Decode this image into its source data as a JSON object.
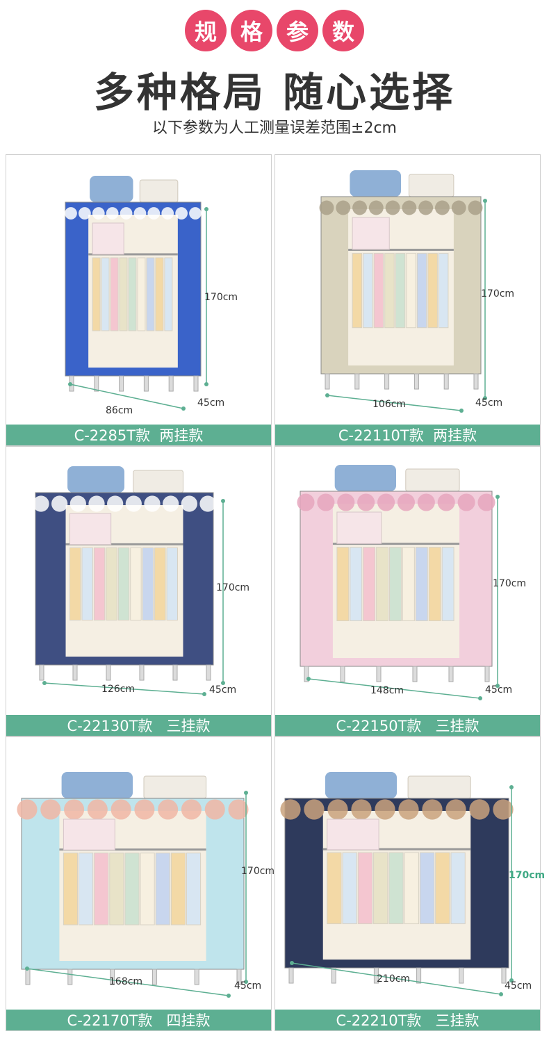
{
  "header": {
    "badges": [
      "规",
      "格",
      "参",
      "数"
    ],
    "title": "多种格局 随心选择",
    "subtitle": "以下参数为人工测量误差范围±2cm"
  },
  "colors": {
    "badge": "#e8476a",
    "label_bg": "#5daf92",
    "accent_dim": "#3fa984"
  },
  "products": [
    {
      "model": "C-2285T款  两挂款",
      "width": "86cm",
      "depth": "45cm",
      "height": "170cm",
      "fabric": "#3a63c9",
      "fabric_icon": "sailboat-pattern-icon"
    },
    {
      "model": "C-22110T款  两挂款",
      "width": "106cm",
      "depth": "45cm",
      "height": "170cm",
      "fabric": "#d9d3bd",
      "fabric_icon": "plain-beige-icon"
    },
    {
      "model": "C-22130T款   三挂款",
      "width": "126cm",
      "depth": "45cm",
      "height": "170cm",
      "fabric": "#3f4f82",
      "fabric_icon": "triangle-pattern-icon"
    },
    {
      "model": "C-22150T款   三挂款",
      "width": "148cm",
      "depth": "45cm",
      "height": "170cm",
      "fabric": "#f2cfdc",
      "fabric_icon": "floral-pink-icon"
    },
    {
      "model": "C-22170T款   四挂款",
      "width": "168cm",
      "depth": "45cm",
      "height": "170cm",
      "fabric": "#bfe4ec",
      "fabric_icon": "floral-blue-icon"
    },
    {
      "model": "C-22210T款   三挂款",
      "width": "210cm",
      "depth": "45cm",
      "height": "170cm",
      "fabric": "#2e3a5c",
      "fabric_icon": "patchwork-icon"
    }
  ]
}
